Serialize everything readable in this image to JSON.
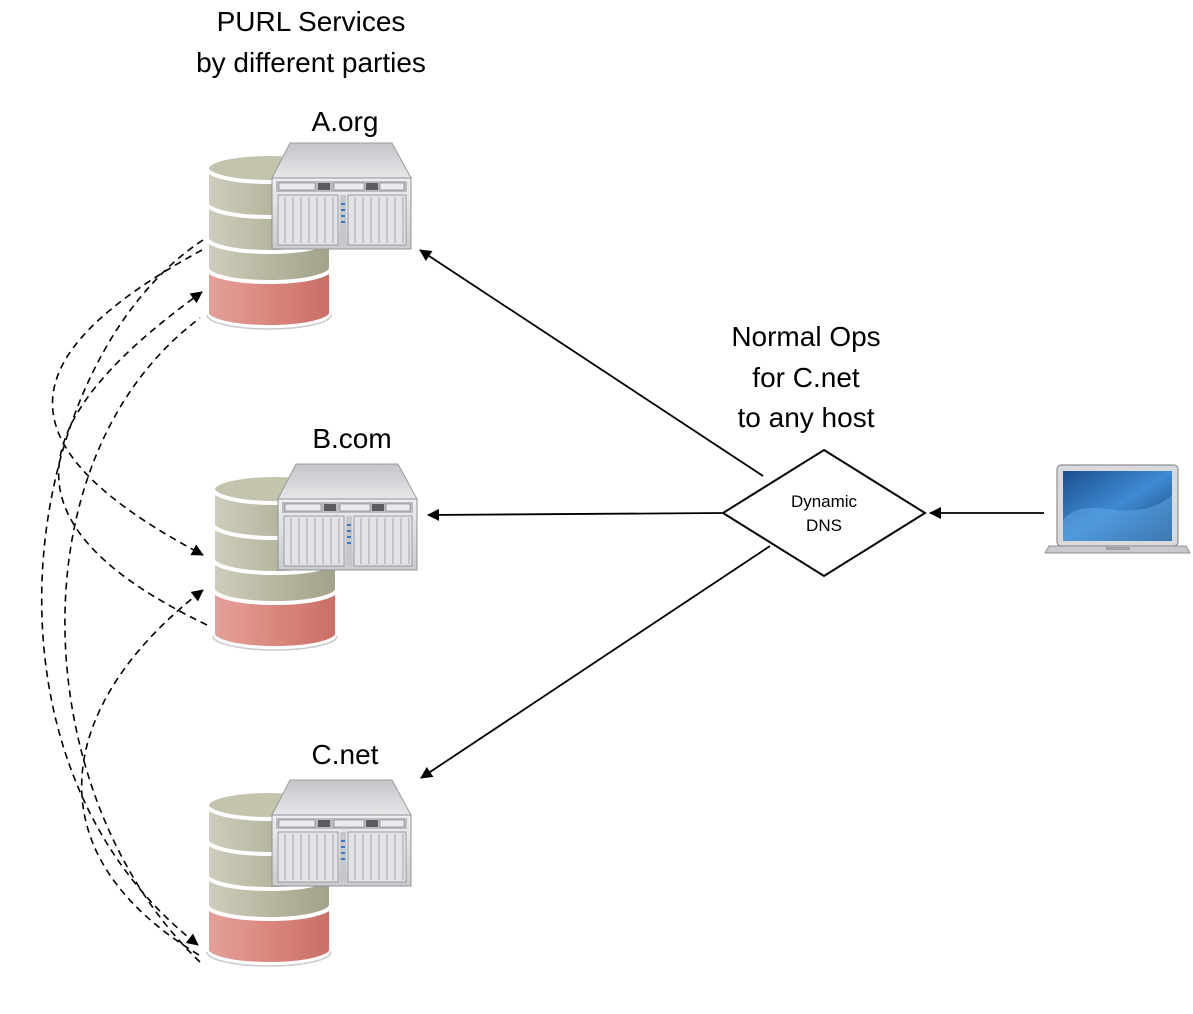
{
  "title": {
    "line1": "PURL Services",
    "line2": "by different parties"
  },
  "servers": [
    {
      "label": "A.org",
      "icon": "database-server-icon"
    },
    {
      "label": "B.com",
      "icon": "database-server-icon"
    },
    {
      "label": "C.net",
      "icon": "database-server-icon"
    }
  ],
  "dns": {
    "line1": "Dynamic",
    "line2": "DNS",
    "shape": "diamond"
  },
  "note": {
    "line1": "Normal Ops",
    "line2": "for C.net",
    "line3": "to any host"
  },
  "client": {
    "icon": "laptop-icon"
  },
  "colors": {
    "db_body": "#b5b49e",
    "db_body_light": "#cfcebd",
    "db_bottom": "#d9847b",
    "db_bottom_light": "#e4a29a",
    "server_metal": "#d7d9dc",
    "server_dark": "#9a9ca0",
    "laptop_screen": "#2f6fb6",
    "line": "#000000"
  }
}
